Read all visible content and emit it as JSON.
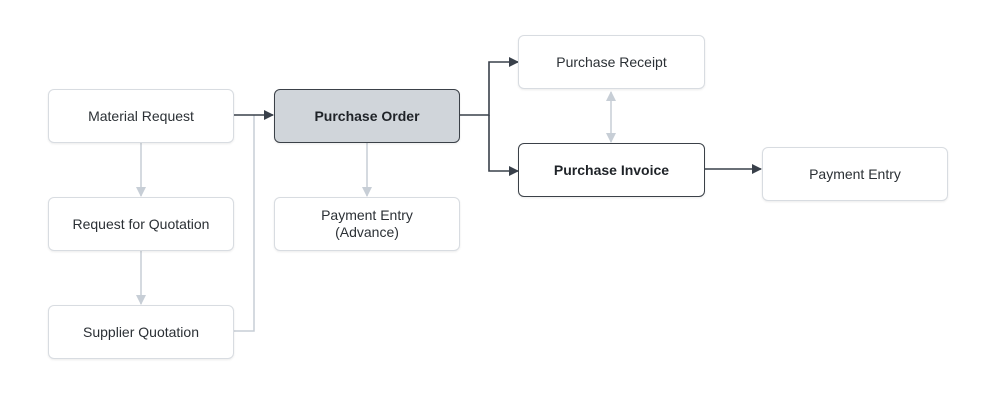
{
  "colors": {
    "primary_edge": "#39404a",
    "secondary_edge": "#c7ced6",
    "node_border": "#d8dce1",
    "current_fill": "#d0d5da"
  },
  "nodes": {
    "material_request": {
      "label": "Material Request"
    },
    "request_for_quotation": {
      "label": "Request for Quotation"
    },
    "supplier_quotation": {
      "label": "Supplier Quotation"
    },
    "purchase_order": {
      "label": "Purchase Order"
    },
    "payment_entry_advance": {
      "line1": "Payment Entry",
      "line2": "(Advance)"
    },
    "purchase_receipt": {
      "label": "Purchase Receipt"
    },
    "purchase_invoice": {
      "label": "Purchase Invoice"
    },
    "payment_entry": {
      "label": "Payment Entry"
    }
  },
  "edges": [
    {
      "from": "Material Request",
      "to": "Purchase Order",
      "style": "primary"
    },
    {
      "from": "Material Request",
      "to": "Request for Quotation",
      "style": "secondary"
    },
    {
      "from": "Request for Quotation",
      "to": "Supplier Quotation",
      "style": "secondary"
    },
    {
      "from": "Supplier Quotation",
      "to": "Purchase Order",
      "style": "secondary"
    },
    {
      "from": "Purchase Order",
      "to": "Payment Entry (Advance)",
      "style": "secondary"
    },
    {
      "from": "Purchase Order",
      "to": "Purchase Receipt",
      "style": "primary"
    },
    {
      "from": "Purchase Order",
      "to": "Purchase Invoice",
      "style": "primary"
    },
    {
      "from": "Purchase Receipt",
      "to": "Purchase Invoice",
      "style": "secondary-bidirectional"
    },
    {
      "from": "Purchase Invoice",
      "to": "Payment Entry",
      "style": "primary"
    }
  ]
}
